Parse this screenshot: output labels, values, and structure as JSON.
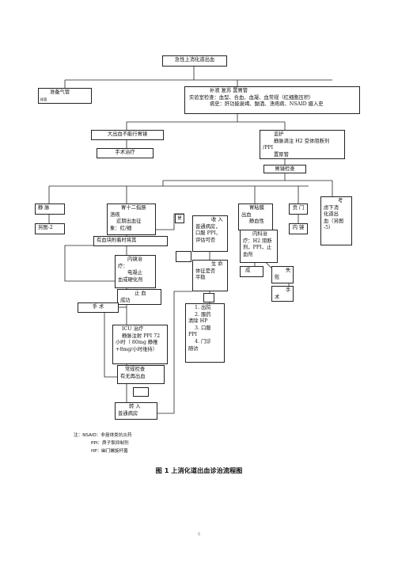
{
  "start": "急性上消化道出血",
  "prep_airway": "准备气管",
  "prep_airway_sub": "插管",
  "resus": [
    "补液 复苏 置胃管",
    "实验室检查：血型、合血、血凝、血常规（红细胞压积）",
    "病史：肝功能衰竭、酗酒、溃疡病、NSAID 摄入史"
  ],
  "massive_bleed": "大出血不能行胃镜",
  "surgery_tx": "手术治疗",
  "protect": [
    "监护",
    "静脉滴注 H2 受体阻断剂",
    "/PPI",
    "置尿管"
  ],
  "gastroscopy": "胃镜检查",
  "varices": "静 脉",
  "see_fig2": "另图-2",
  "ulcer": [
    "胃十二指肠",
    "溃疡",
    "近期出血征",
    "象：红/细"
  ],
  "clot": "有血块附着时将其",
  "endo_tx": [
    "内镜治",
    "疗：",
    "电凝止",
    "血或硬化剂"
  ],
  "hemostasis": [
    "止 血",
    "成功"
  ],
  "surgery_small": "手 术",
  "icu": [
    "ICU 治疗",
    "静脉注射 PPI 72",
    "小时（ 80mg 静推",
    "+8mg/小时维持）"
  ],
  "regular_recheck": [
    "常规检查",
    "有无再出血"
  ],
  "transfer": [
    "转 入",
    "普通病房"
  ],
  "admit": [
    "收 入",
    "普通病房，",
    "口服 PPI，",
    "评估可否"
  ],
  "vitals": [
    "生 命",
    "体征是否",
    "平稳"
  ],
  "discharge_list": [
    "1. 出院",
    "2. 服药",
    "清除 HP",
    "3. 口服",
    "PPI",
    "4. 门诊",
    "随访"
  ],
  "mucosa": [
    "胃粘膜",
    "出血",
    "",
    "静血性"
  ],
  "medical_tx": [
    "内科治",
    "疗：H2 阻断",
    "剂，PPI，止",
    "血剂"
  ],
  "success": "成",
  "fail": [
    "失",
    "败"
  ],
  "small_hand": [
    "手",
    "术"
  ],
  "pylorus": "贲 门",
  "endoscope": "内 镜",
  "consider": [
    "考",
    "虑下消",
    "化道出",
    "血（另图",
    "-5）"
  ],
  "yes_label": "是",
  "notes": [
    "注：NSAID：非甾体类抗炎药",
    "PPI：质子泵抑制剂",
    "HP：幽门螺旋杆菌"
  ],
  "caption": "图 1 上消化道出血诊治流程图",
  "page_number": "5"
}
